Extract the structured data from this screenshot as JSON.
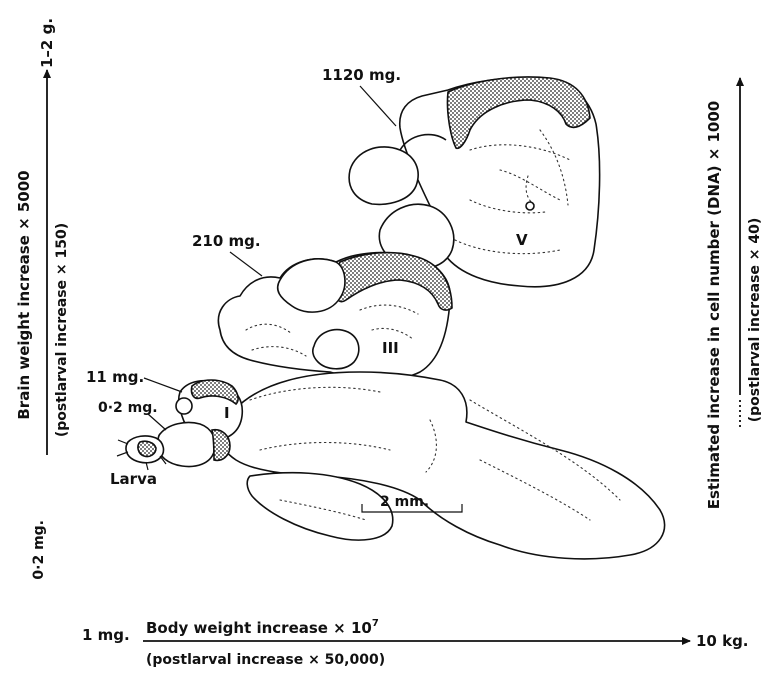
{
  "left_axis": {
    "top_value": "1–2 g.",
    "bottom_value": "0·2 mg.",
    "title": "Brain weight increase × 5000",
    "subtitle": "(postlarval increase × 150)"
  },
  "right_axis": {
    "title": "Estimated increase in cell number (DNA) × 1000",
    "subtitle": "(postlarval increase × 40)"
  },
  "bottom_axis": {
    "start_value": "1 mg.",
    "end_value": "10 kg.",
    "title": "Body weight increase × 10",
    "title_exponent": "7",
    "subtitle": "(postlarval increase × 50,000)"
  },
  "stage_labels": {
    "larva": "Larva",
    "w_02mg": "0·2 mg.",
    "w_11mg": "11 mg.",
    "w_210mg": "210 mg.",
    "w_1120mg": "1120 mg."
  },
  "roman_labels": {
    "stage_I": "I",
    "stage_III": "III",
    "stage_V": "V"
  },
  "scale_bar": {
    "label": "2 mm."
  }
}
